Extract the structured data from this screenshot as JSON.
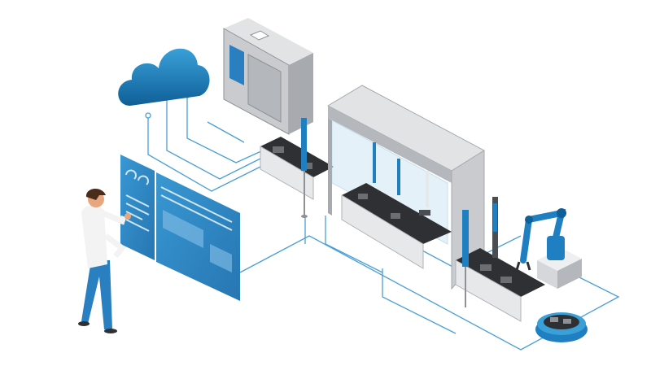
{
  "scene": {
    "kind": "isometric smart factory illustration",
    "colors": {
      "background": "#ffffff",
      "accent_blue": "#1f7fc0",
      "light_blue": "#3aa0d8",
      "dark_blue": "#0f5f98",
      "network_line": "#4a9fd4",
      "machine_gray": "#c9cbce",
      "machine_dark": "#8e9195",
      "conveyor_black": "#2e3033",
      "skin": "#e8a67e",
      "hair": "#4a2c1a",
      "shirt": "#f3f3f3",
      "pants": "#2a7fc1"
    },
    "icons": [
      "cloud-icon",
      "server-cabinet",
      "conveyor",
      "enclosure-machine",
      "dashboard-panel",
      "robot-arm",
      "signal-tower",
      "mobile-robot",
      "person"
    ]
  }
}
